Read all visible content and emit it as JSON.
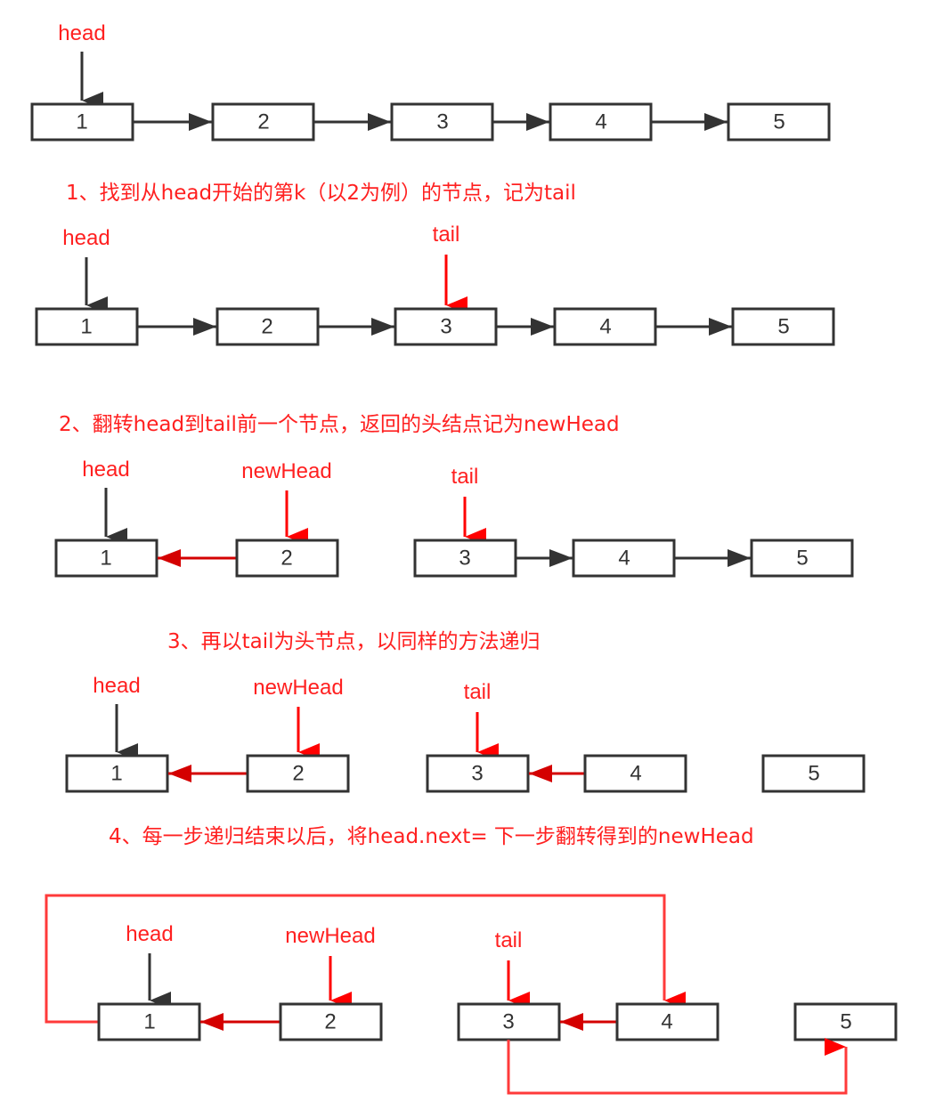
{
  "colors": {
    "text_red": "#ff2020",
    "node_stroke": "#333333",
    "arrow_black": "#333333",
    "arrow_red": "#d40000",
    "pointer_red": "#ff0000",
    "background": "#ffffff"
  },
  "labels": {
    "head": "head",
    "tail": "tail",
    "newHead": "newHead"
  },
  "steps": [
    "1、找到从head开始的第k（以2为例）的节点，记为tail",
    "2、翻转head到tail前一个节点，返回的头结点记为newHead",
    "3、再以tail为头节点，以同样的方法递归",
    "4、每一步递归结束以后，将head.next=  下一步翻转得到的newHead"
  ],
  "nodes": [
    "1",
    "2",
    "3",
    "4",
    "5"
  ]
}
